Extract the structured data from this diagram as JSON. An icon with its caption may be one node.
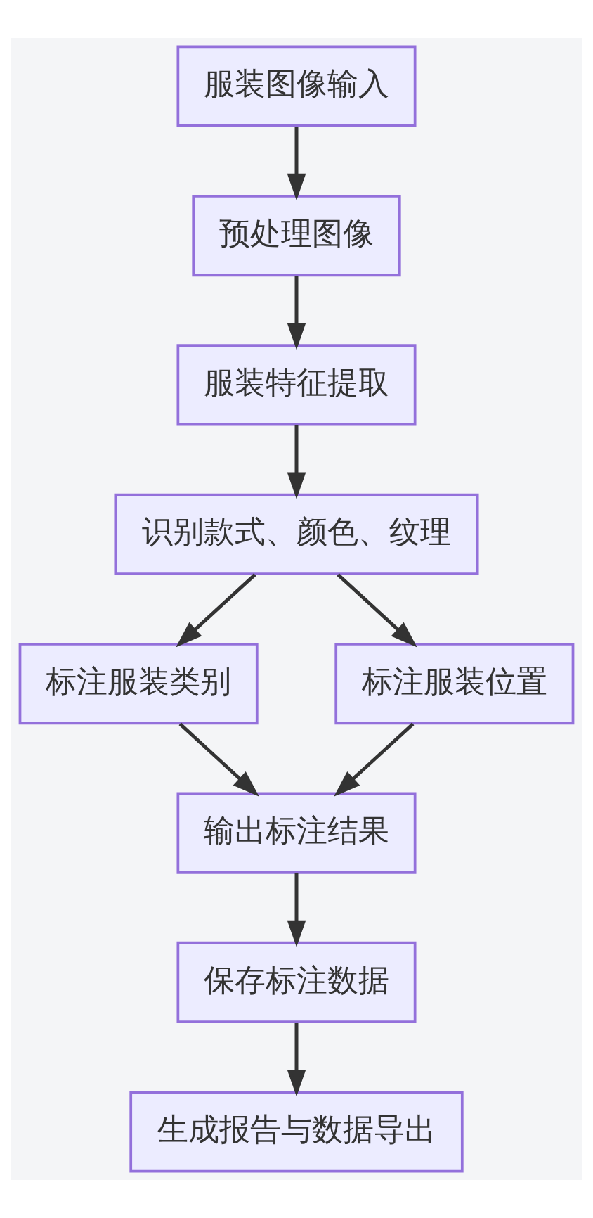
{
  "diagram": {
    "nodes": [
      {
        "text": [
          "服装图像输入"
        ]
      },
      {
        "text": [
          "预处理图像"
        ]
      },
      {
        "text": [
          "服装特征提取"
        ]
      },
      {
        "text": [
          "识别款式、颜色、纹理"
        ]
      },
      {
        "text": [
          "标注服装类别"
        ]
      },
      {
        "text": [
          "标注服装位置"
        ]
      },
      {
        "text": [
          "输出标注结果"
        ]
      },
      {
        "text": [
          "保存标注数据"
        ]
      },
      {
        "text": [
          "生成报告与数据导出"
        ]
      }
    ],
    "edges": [
      {
        "from": 0,
        "to": 1,
        "arrow": "to"
      },
      {
        "from": 1,
        "to": 2,
        "arrow": "to"
      },
      {
        "from": 2,
        "to": 3,
        "arrow": "to"
      },
      {
        "from": 3,
        "to": 4,
        "arrow": "to"
      },
      {
        "from": 3,
        "to": 5,
        "arrow": "to"
      },
      {
        "from": 4,
        "to": 6,
        "arrow": "to"
      },
      {
        "from": 5,
        "to": 6,
        "arrow": "to"
      },
      {
        "from": 6,
        "to": 7,
        "arrow": "to"
      },
      {
        "from": 7,
        "to": 8,
        "arrow": "to"
      }
    ]
  }
}
